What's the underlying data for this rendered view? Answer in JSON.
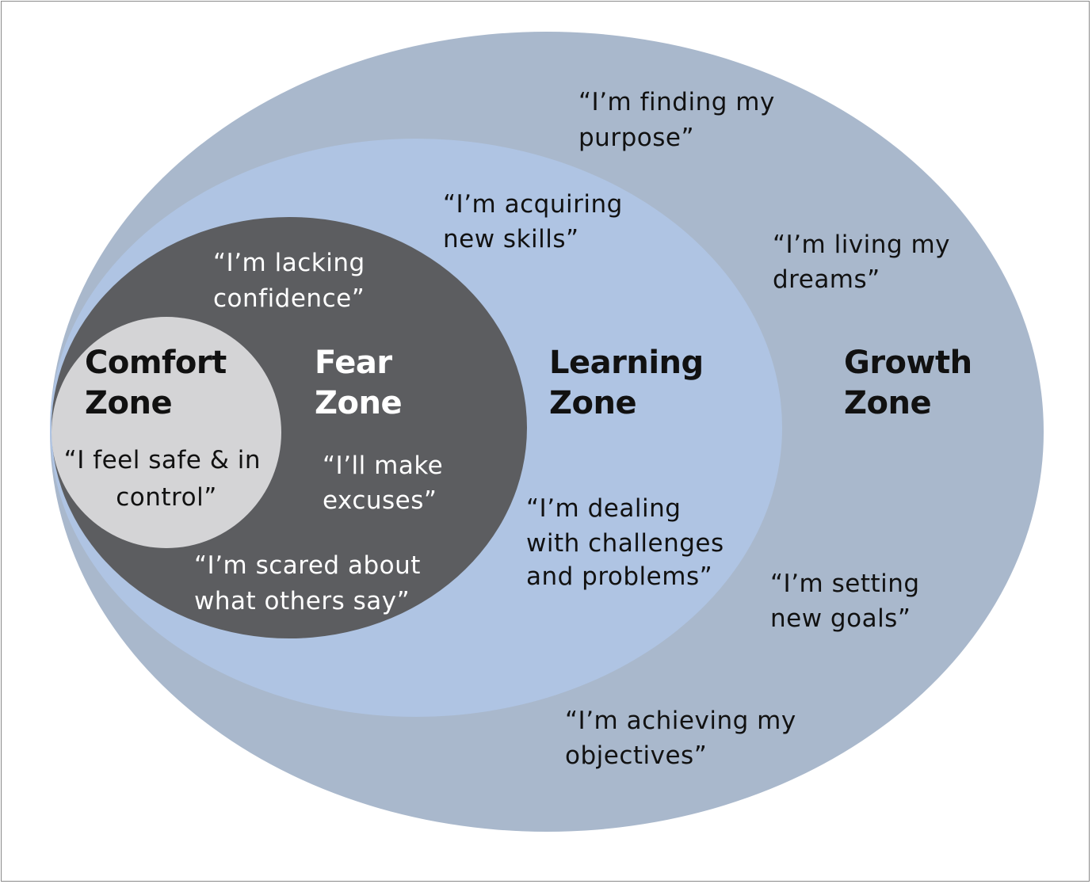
{
  "zones": {
    "growth": {
      "title_line1": "Growth",
      "title_line2": "Zone",
      "quotes": [
        {
          "line1": "“I’m finding my",
          "line2": "purpose”"
        },
        {
          "line1": "“I’m living my",
          "line2": "dreams”"
        },
        {
          "line1": "“I’m setting",
          "line2": "new goals”"
        },
        {
          "line1": "“I’m achieving my",
          "line2": "objectives”"
        }
      ]
    },
    "learning": {
      "title_line1": "Learning",
      "title_line2": "Zone",
      "quotes": [
        {
          "line1": "“I’m acquiring",
          "line2": "new skills”"
        },
        {
          "line1": "“I’m dealing",
          "line2": "with challenges",
          "line3": "and problems”"
        }
      ]
    },
    "fear": {
      "title_line1": "Fear",
      "title_line2": "Zone",
      "quotes": [
        {
          "line1": "“I’m lacking",
          "line2": "confidence”"
        },
        {
          "line1": "“I’ll make",
          "line2": "excuses”"
        },
        {
          "line1": "“I’m scared about",
          "line2": "what others say”"
        }
      ]
    },
    "comfort": {
      "title_line1": "Comfort",
      "title_line2": "Zone",
      "quotes": [
        {
          "line1": "“I feel safe & in",
          "line2": "control”"
        }
      ]
    }
  },
  "colors": {
    "growth": "#a9b8cc",
    "learning": "#afc4e3",
    "fear": "#5c5d60",
    "comfort": "#d4d4d6",
    "dark_text": "#111111",
    "light_text": "#ffffff"
  }
}
